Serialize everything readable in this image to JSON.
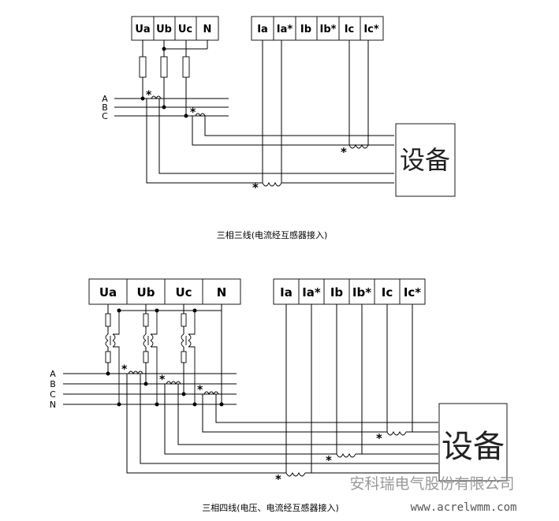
{
  "diagram1": {
    "voltage_terminals": [
      "Ua",
      "Ub",
      "Uc",
      "N"
    ],
    "current_terminals": [
      "Ia",
      "Ia*",
      "Ib",
      "Ib*",
      "Ic",
      "Ic*"
    ],
    "phases": [
      "A",
      "B",
      "C"
    ],
    "device": "设备",
    "caption": "三相三线(电流经互感器接入)"
  },
  "diagram2": {
    "voltage_terminals": [
      "Ua",
      "Ub",
      "Uc",
      "N"
    ],
    "current_terminals": [
      "Ia",
      "Ia*",
      "Ib",
      "Ib*",
      "Ic",
      "Ic*"
    ],
    "phases": [
      "A",
      "B",
      "C",
      "N"
    ],
    "device": "设备",
    "caption": "三相四线(电压、电流经互感器接入)"
  },
  "polarity_mark": "*",
  "watermark": {
    "company": "安科瑞电气股份有限公司",
    "url": "www.acrelwmm.com"
  }
}
